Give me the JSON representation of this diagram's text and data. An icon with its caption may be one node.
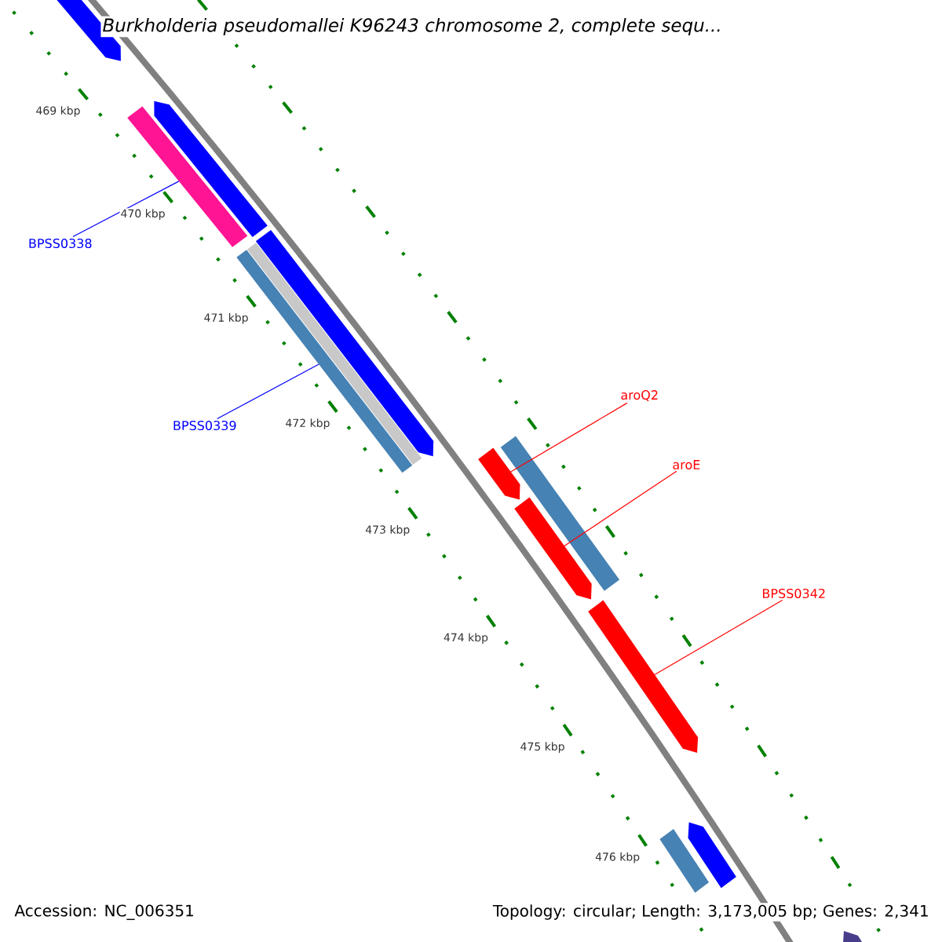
{
  "diagram": {
    "title": "Burkholderia pseudomallei K96243 chromosome 2, complete sequ...",
    "nodes": [
      {
        "text": [],
        "shape": "bar"
      },
      {
        "text": [],
        "shape": "bar"
      },
      {
        "text": [],
        "shape": "bar"
      },
      {
        "text": [],
        "shape": "bar"
      },
      {
        "text": [],
        "shape": "bar"
      },
      {
        "text": [],
        "shape": "bar"
      },
      {
        "text": [
          "BPSS0338"
        ]
      },
      {
        "text": [
          "BPSS0339"
        ]
      },
      {
        "text": [],
        "shape": "bar"
      },
      {
        "text": [],
        "shape": "bar"
      },
      {
        "text": [],
        "shape": "bar"
      },
      {
        "text": [],
        "shape": "bar"
      },
      {
        "text": [
          "aroQ2"
        ]
      },
      {
        "text": [
          "aroE"
        ]
      },
      {
        "text": [
          "BPSS0342"
        ]
      },
      {
        "text": [],
        "shape": "bar"
      },
      {
        "text": [],
        "shape": "bar"
      },
      {
        "text": [],
        "shape": "bar"
      }
    ],
    "edges": [
      {
        "from": 6,
        "to": 2,
        "arrow": "none",
        "color": "#0000ff"
      },
      {
        "from": 7,
        "to": 5,
        "arrow": "none",
        "color": "#0000ff"
      },
      {
        "from": 12,
        "to": 9,
        "arrow": "none"
      },
      {
        "from": 13,
        "to": 10,
        "arrow": "none"
      },
      {
        "from": 14,
        "to": 11,
        "arrow": "none"
      }
    ],
    "labels": [
      "469 kbp",
      "470 kbp",
      "471 kbp",
      "472 kbp",
      "473 kbp",
      "474 kbp",
      "475 kbp",
      "476 kbp",
      "Accession: NC_006351",
      "Topology: circular; Length: 3,173,005 bp; Genes: 2,341"
    ]
  }
}
